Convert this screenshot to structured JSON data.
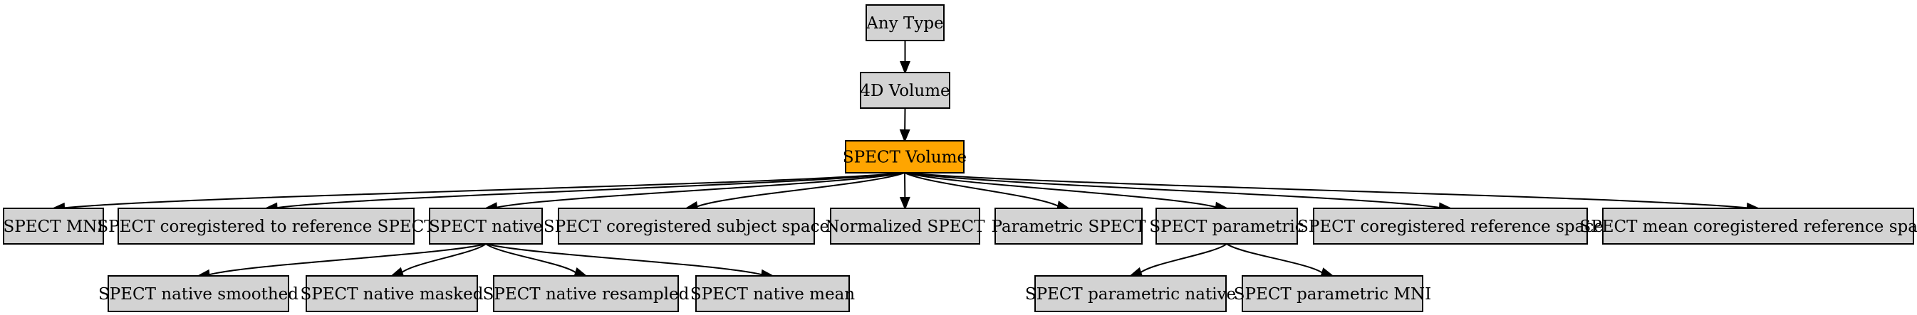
{
  "colors": {
    "node_fill": "#d3d3d3",
    "highlight_fill": "#ffa500",
    "stroke": "#000000",
    "background": "#ffffff"
  },
  "nodes": [
    {
      "id": "any_type",
      "label": "Any Type"
    },
    {
      "id": "4d_volume",
      "label": "4D Volume"
    },
    {
      "id": "spect_volume",
      "label": "SPECT Volume",
      "highlight": true
    },
    {
      "id": "spect_mni",
      "label": "SPECT MNI"
    },
    {
      "id": "spect_coreg_ref_spect",
      "label": "SPECT coregistered to reference SPECT"
    },
    {
      "id": "spect_native",
      "label": "SPECT native"
    },
    {
      "id": "spect_coreg_subject",
      "label": "SPECT coregistered subject space"
    },
    {
      "id": "normalized_spect",
      "label": "Normalized SPECT"
    },
    {
      "id": "parametric_spect",
      "label": "Parametric SPECT"
    },
    {
      "id": "spect_parametric",
      "label": "SPECT parametric"
    },
    {
      "id": "spect_coreg_ref_space",
      "label": "SPECT coregistered reference space"
    },
    {
      "id": "spect_mean_coreg_ref_space",
      "label": "SPECT mean coregistered reference space"
    },
    {
      "id": "spect_native_smoothed",
      "label": "SPECT native smoothed"
    },
    {
      "id": "spect_native_masked",
      "label": "SPECT native masked"
    },
    {
      "id": "spect_native_resampled",
      "label": "SPECT native resampled"
    },
    {
      "id": "spect_native_mean",
      "label": "SPECT native mean"
    },
    {
      "id": "spect_parametric_native",
      "label": "SPECT parametric native"
    },
    {
      "id": "spect_parametric_mni",
      "label": "SPECT parametric MNI"
    }
  ],
  "edges": [
    {
      "from": "any_type",
      "to": "4d_volume"
    },
    {
      "from": "4d_volume",
      "to": "spect_volume"
    },
    {
      "from": "spect_volume",
      "to": "spect_mni"
    },
    {
      "from": "spect_volume",
      "to": "spect_coreg_ref_spect"
    },
    {
      "from": "spect_volume",
      "to": "spect_native"
    },
    {
      "from": "spect_volume",
      "to": "spect_coreg_subject"
    },
    {
      "from": "spect_volume",
      "to": "normalized_spect"
    },
    {
      "from": "spect_volume",
      "to": "parametric_spect"
    },
    {
      "from": "spect_volume",
      "to": "spect_parametric"
    },
    {
      "from": "spect_volume",
      "to": "spect_coreg_ref_space"
    },
    {
      "from": "spect_volume",
      "to": "spect_mean_coreg_ref_space"
    },
    {
      "from": "spect_native",
      "to": "spect_native_smoothed"
    },
    {
      "from": "spect_native",
      "to": "spect_native_masked"
    },
    {
      "from": "spect_native",
      "to": "spect_native_resampled"
    },
    {
      "from": "spect_native",
      "to": "spect_native_mean"
    },
    {
      "from": "spect_parametric",
      "to": "spect_parametric_native"
    },
    {
      "from": "spect_parametric",
      "to": "spect_parametric_mni"
    }
  ]
}
